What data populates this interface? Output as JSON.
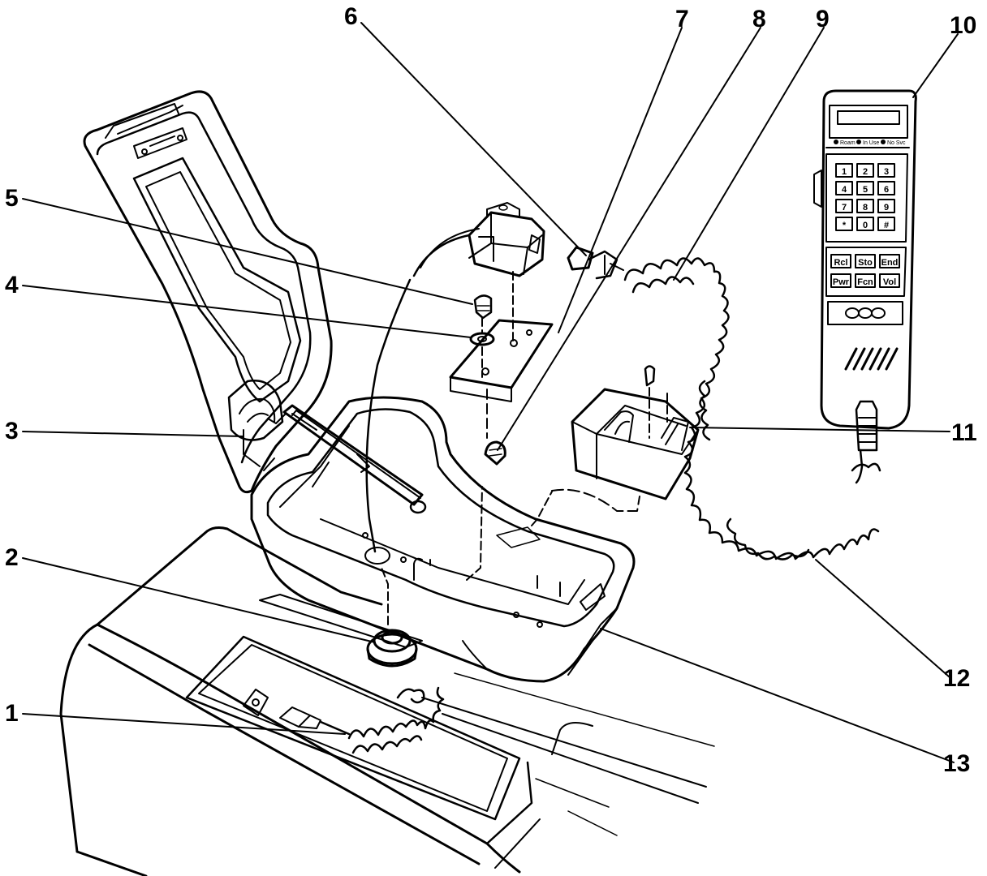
{
  "callouts": [
    {
      "id": "1",
      "label": "1"
    },
    {
      "id": "2",
      "label": "2"
    },
    {
      "id": "3",
      "label": "3"
    },
    {
      "id": "4",
      "label": "4"
    },
    {
      "id": "5",
      "label": "5"
    },
    {
      "id": "6",
      "label": "6"
    },
    {
      "id": "7",
      "label": "7"
    },
    {
      "id": "8",
      "label": "8"
    },
    {
      "id": "9",
      "label": "9"
    },
    {
      "id": "10",
      "label": "10"
    },
    {
      "id": "11",
      "label": "11"
    },
    {
      "id": "12",
      "label": "12"
    },
    {
      "id": "13",
      "label": "13"
    }
  ],
  "handset": {
    "keys": [
      "1",
      "2",
      "3",
      "4",
      "5",
      "6",
      "7",
      "8",
      "9",
      "*",
      "0",
      "#"
    ],
    "function_keys": [
      "Rcl",
      "Sto",
      "End",
      "Pwr",
      "Fcn",
      "Vol"
    ],
    "indicators": [
      "Roam",
      "In Use",
      "No Svc"
    ]
  },
  "colors": {
    "ink": "#000000",
    "paper": "#ffffff"
  }
}
